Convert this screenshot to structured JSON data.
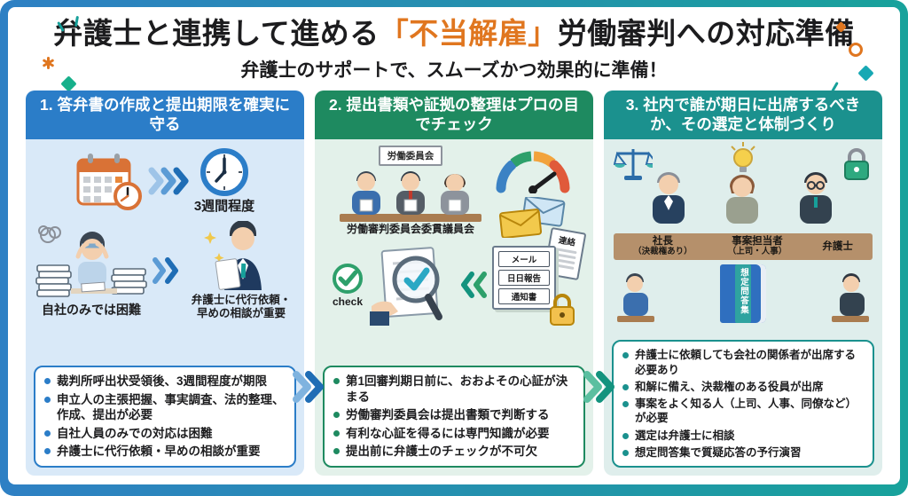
{
  "header": {
    "title_pre": "弁護士と連携して進める",
    "title_highlight": "「不当解雇」",
    "title_post": "労働審判への対応準備",
    "subtitle": "弁護士のサポートで、スムーズかつ効果的に準備！"
  },
  "colors": {
    "frame_gradient_left": "#2e80c4",
    "frame_gradient_right": "#18a29b",
    "title_accent": "#e0761f",
    "step1": "#2b7dc8",
    "step1_bg": "#d9e9f8",
    "step2": "#1e8a60",
    "step2_bg": "#e3f1ea",
    "step3": "#1b918e",
    "step3_bg": "#dfeeec"
  },
  "icons": [
    "calendar-icon",
    "deadline-clock-icon",
    "arrow-chevrons-icon",
    "stressed-person-icon",
    "lawyer-icon",
    "committee-people-icon",
    "gauge-icon",
    "check-icon",
    "magnifier-document-icon",
    "envelopes-icon",
    "padlock-icon",
    "scales-icon",
    "lightbulb-icon",
    "book-icon",
    "attendee-people-icon"
  ],
  "columns": [
    {
      "header": "1. 答弁書の作成と提出期限を確実に守る",
      "clock_caption": "3週間程度",
      "left_caption": "自社のみでは困難",
      "right_caption": "弁護士に代行依頼・早めの相談が重要",
      "bullets": [
        "裁判所呼出状受領後、3週間程度が期限",
        "申立人の主張把握、事実調査、法的整理、作成、提出が必要",
        "自社人員のみでの対応は困難",
        "弁護士に代行依頼・早めの相談が重要"
      ]
    },
    {
      "header": "2. 提出書類や証拠の整理はプロの目でチェック",
      "sign_label": "労働委員会",
      "panel_caption": "労働審判委員会委貫議員会",
      "check_label": "check",
      "doc_labels": [
        "メール",
        "日日報告",
        "通知書"
      ],
      "tilted_doc_label": "連絡",
      "bullets": [
        "第1回審判期日前に、おおよその心証が決まる",
        "労働審判委員会は提出書類で判断する",
        "有利な心証を得るには専門知識が必要",
        "提出前に弁護士のチェックが不可欠"
      ]
    },
    {
      "header": "3. 社内で誰が期日に出席するべきか、その選定と体制づくり",
      "desk_labels": [
        {
          "role": "社長",
          "note": "（決裁権あり）"
        },
        {
          "role": "事案担当者",
          "note": "（上司・人事）"
        },
        {
          "role": "弁護士",
          "note": ""
        }
      ],
      "book_label": "想定問答集",
      "bullets": [
        "弁護士に依頼しても会社の関係者が出席する必要あり",
        "和解に備え、決裁権のある役員が出席",
        "事案をよく知る人（上司、人事、同僚など）が必要",
        "選定は弁護士に相談",
        "想定問答集で質疑応答の予行演習"
      ]
    }
  ]
}
